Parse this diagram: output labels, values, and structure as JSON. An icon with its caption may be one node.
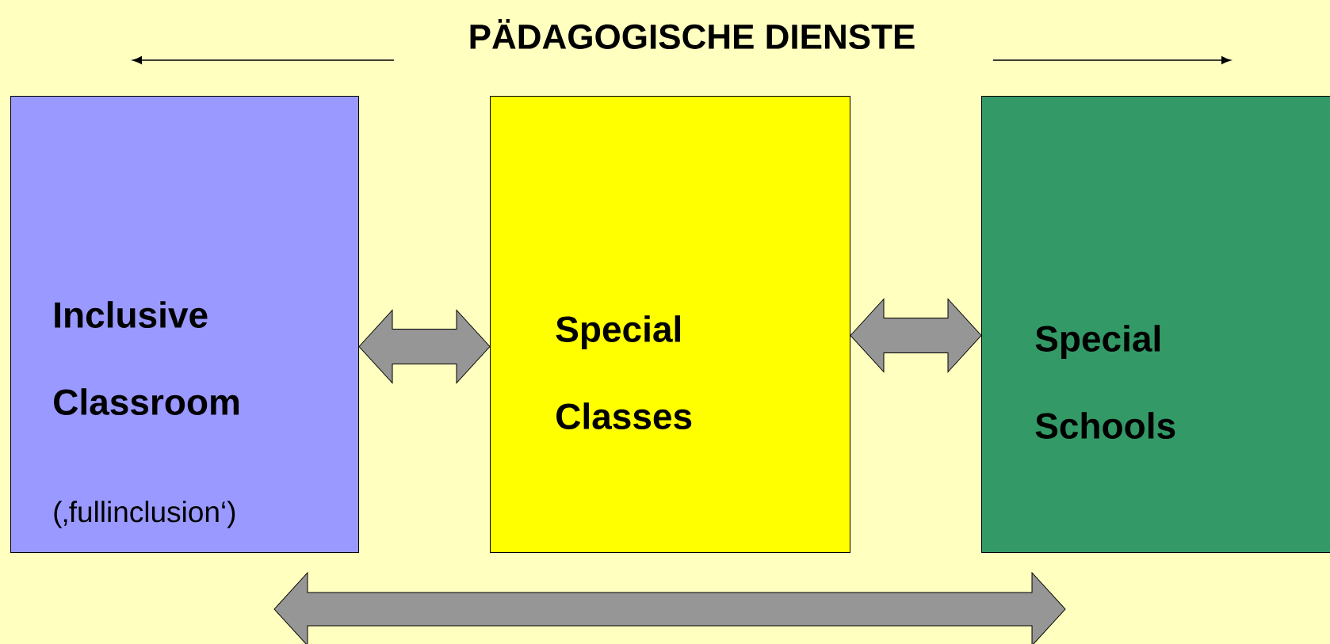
{
  "diagram": {
    "title": "PÄDAGOGISCHE DIENSTE",
    "nodes": [
      {
        "text": [
          "Inclusive Classroom",
          "(‚fullinclusion‘)"
        ]
      },
      {
        "text": [
          "Special Classes"
        ]
      },
      {
        "text": [
          "Special Schools"
        ]
      }
    ],
    "edges": [
      {
        "from": 0,
        "to": 1,
        "arrow": "both"
      },
      {
        "from": 1,
        "to": 2,
        "arrow": "both"
      }
    ]
  }
}
